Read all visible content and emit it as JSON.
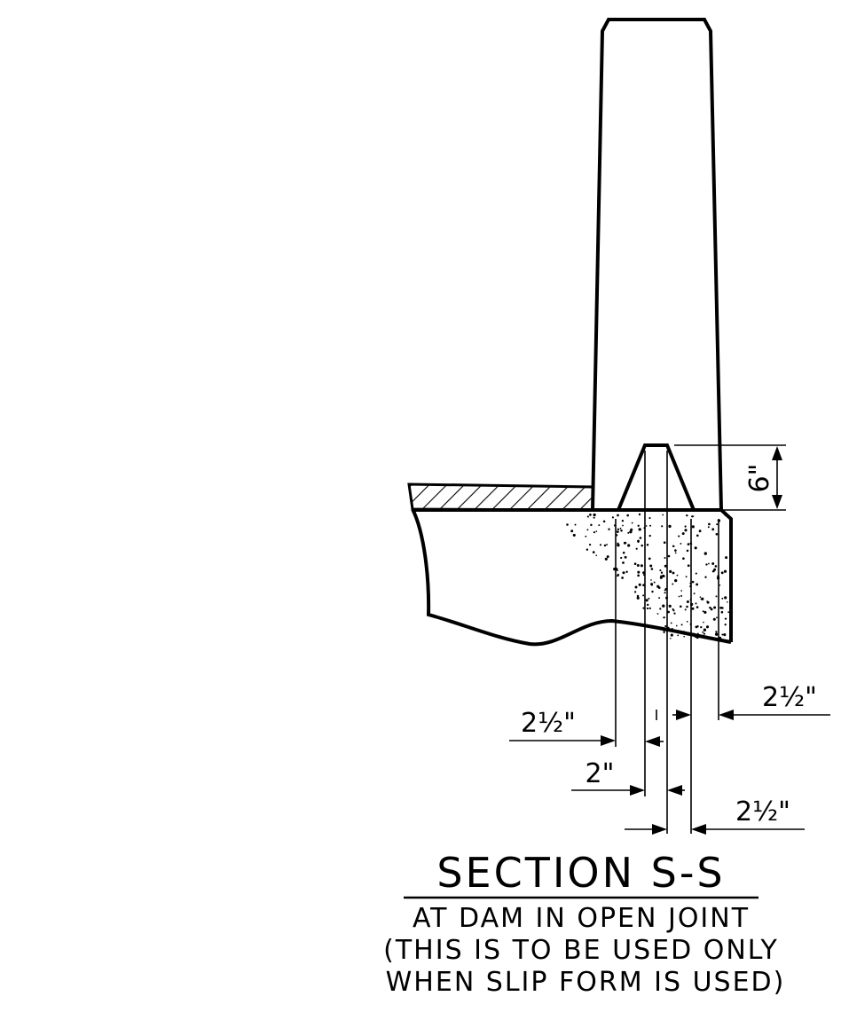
{
  "section": {
    "title": "SECTION S-S",
    "notes": [
      "AT DAM IN OPEN JOINT",
      "(THIS IS TO BE USED ONLY",
      "WHEN SLIP FORM IS USED)"
    ]
  },
  "dimensions": {
    "height": "6\"",
    "left_offset": "2½\"",
    "center_width": "2\"",
    "right_inner": "2½\"",
    "right_outer": "2½\""
  }
}
